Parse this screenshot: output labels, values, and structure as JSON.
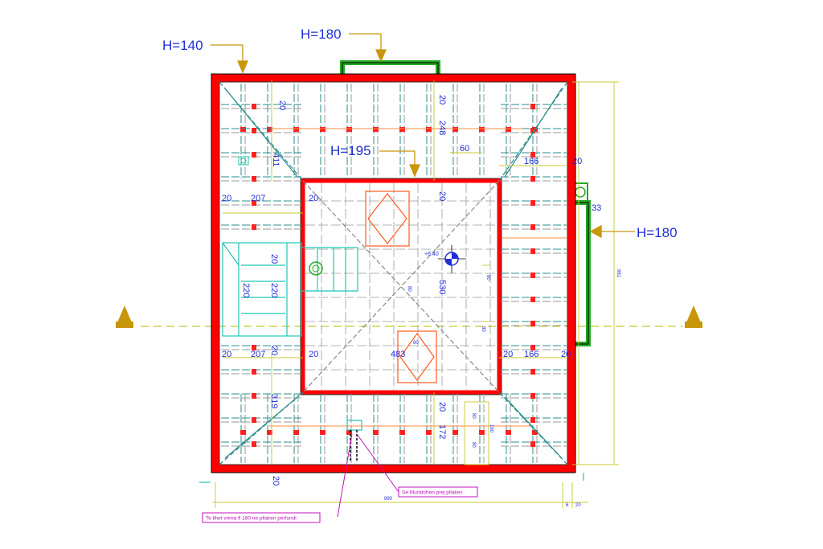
{
  "heights": {
    "top_left": "H=140",
    "top_center": "H=180",
    "inner": "H=195",
    "right": "H=180"
  },
  "dims": {
    "d20_a": "20",
    "d20_b": "20",
    "d248": "248",
    "d60": "60",
    "d411": "411",
    "d166_top": "166",
    "d20_right_top": "20",
    "d33": "33",
    "d20_l1": "20",
    "d207_top": "207",
    "d20_inner_left": "20",
    "d20_inner_center": "20",
    "d20_stair_a": "20",
    "d220_a": "220",
    "d220_b": "220",
    "d530": "530",
    "d20_l2": "20",
    "d207_bottom": "207",
    "d20_m1": "20",
    "d20_m2": "20",
    "d483": "483",
    "d20_m3": "20",
    "d166_bottom": "166",
    "d20_m4": "20",
    "d319": "319",
    "d20_bc": "20",
    "d172": "172",
    "d20_bottom": "20",
    "d890": "890",
    "d6": "6",
    "d20_end": "20",
    "d981": "981",
    "d80_a": "80",
    "d80_b": "80",
    "d80_c": "80",
    "d80_d": "80",
    "d160": "160",
    "d80_e": "80",
    "level": "+6.40"
  },
  "notes": {
    "note_1": "Se Muratohen prej pllakes",
    "note_2": "Te lihet vrima fi 160 ne pllaken perfundi"
  },
  "colors": {
    "wall": "#ff0000",
    "dormer": "#22aa22",
    "dimension": "#c8c832",
    "marker": "#c8960a",
    "text": "#1f2fd6",
    "rafter": "#2a8c8c",
    "note": "#c010c0"
  }
}
